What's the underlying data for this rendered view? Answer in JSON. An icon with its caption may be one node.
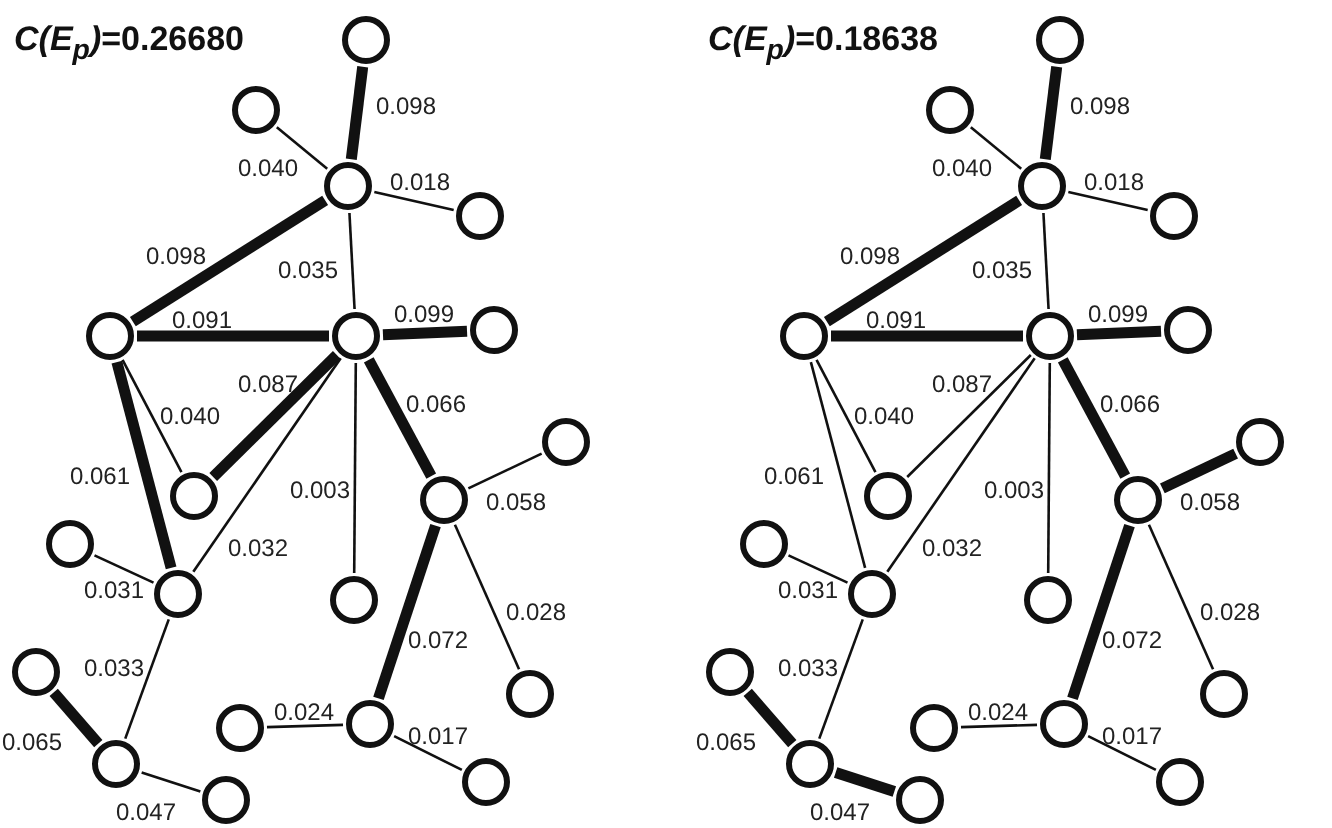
{
  "diagram": {
    "nodes": [
      {
        "text": [],
        "shape": "circle"
      },
      {
        "text": [],
        "shape": "circle"
      },
      {
        "text": [],
        "shape": "circle"
      },
      {
        "text": [],
        "shape": "circle"
      },
      {
        "text": [],
        "shape": "circle"
      },
      {
        "text": [],
        "shape": "circle"
      },
      {
        "text": [],
        "shape": "circle"
      },
      {
        "text": [],
        "shape": "circle"
      },
      {
        "text": [],
        "shape": "circle"
      },
      {
        "text": [],
        "shape": "circle"
      },
      {
        "text": [],
        "shape": "circle"
      },
      {
        "text": [],
        "shape": "circle"
      },
      {
        "text": [],
        "shape": "circle"
      },
      {
        "text": [],
        "shape": "circle"
      },
      {
        "text": [],
        "shape": "circle"
      },
      {
        "text": [],
        "shape": "circle"
      },
      {
        "text": [],
        "shape": "circle"
      },
      {
        "text": [],
        "shape": "circle"
      },
      {
        "text": [],
        "shape": "circle"
      },
      {
        "text": [],
        "shape": "circle"
      },
      {
        "text": [],
        "shape": "circle"
      },
      {
        "text": [],
        "shape": "circle"
      },
      {
        "text": [],
        "shape": "circle"
      },
      {
        "text": [],
        "shape": "circle"
      },
      {
        "text": [],
        "shape": "circle"
      },
      {
        "text": [],
        "shape": "circle"
      },
      {
        "text": [],
        "shape": "circle"
      },
      {
        "text": [],
        "shape": "circle"
      },
      {
        "text": [],
        "shape": "circle"
      },
      {
        "text": [],
        "shape": "circle"
      },
      {
        "text": [],
        "shape": "circle"
      },
      {
        "text": [],
        "shape": "circle"
      },
      {
        "text": [],
        "shape": "circle"
      },
      {
        "text": [],
        "shape": "circle"
      },
      {
        "text": [],
        "shape": "circle"
      },
      {
        "text": [],
        "shape": "circle"
      },
      {
        "text": [],
        "shape": "circle"
      },
      {
        "text": [],
        "shape": "circle"
      },
      {
        "text": [],
        "shape": "circle"
      },
      {
        "text": [],
        "shape": "circle"
      }
    ],
    "edges": [
      {
        "from": 2,
        "to": 0,
        "arrow": "none",
        "label": "0.098",
        "style": "thick"
      },
      {
        "from": 2,
        "to": 1,
        "arrow": "none",
        "label": "0.040"
      },
      {
        "from": 2,
        "to": 3,
        "arrow": "none",
        "label": "0.018"
      },
      {
        "from": 2,
        "to": 4,
        "arrow": "none",
        "label": "0.098",
        "style": "thick"
      },
      {
        "from": 2,
        "to": 5,
        "arrow": "none",
        "label": "0.035"
      },
      {
        "from": 4,
        "to": 5,
        "arrow": "none",
        "label": "0.091",
        "style": "thick"
      },
      {
        "from": 5,
        "to": 6,
        "arrow": "none",
        "label": "0.099",
        "style": "thick"
      },
      {
        "from": 5,
        "to": 7,
        "arrow": "none",
        "label": "0.087",
        "style": "thick"
      },
      {
        "from": 4,
        "to": 7,
        "arrow": "none",
        "label": "0.040"
      },
      {
        "from": 4,
        "to": 11,
        "arrow": "none",
        "label": "0.061",
        "style": "thick"
      },
      {
        "from": 5,
        "to": 11,
        "arrow": "none",
        "label": "0.032"
      },
      {
        "from": 5,
        "to": 12,
        "arrow": "none",
        "label": "0.003"
      },
      {
        "from": 5,
        "to": 8,
        "arrow": "none",
        "label": "0.066",
        "style": "thick"
      },
      {
        "from": 8,
        "to": 9,
        "arrow": "none",
        "label": "0.058"
      },
      {
        "from": 8,
        "to": 13,
        "arrow": "none",
        "label": "0.028"
      },
      {
        "from": 8,
        "to": 16,
        "arrow": "none",
        "label": "0.072",
        "style": "thick"
      },
      {
        "from": 11,
        "to": 10,
        "arrow": "none",
        "label": "0.031"
      },
      {
        "from": 11,
        "to": 17,
        "arrow": "none",
        "label": "0.033"
      },
      {
        "from": 14,
        "to": 17,
        "arrow": "none",
        "label": "0.065",
        "style": "thick"
      },
      {
        "from": 17,
        "to": 18,
        "arrow": "none",
        "label": "0.047"
      },
      {
        "from": 16,
        "to": 15,
        "arrow": "none",
        "label": "0.024"
      },
      {
        "from": 16,
        "to": 19,
        "arrow": "none",
        "label": "0.017"
      },
      {
        "from": 22,
        "to": 20,
        "arrow": "none",
        "label": "0.098",
        "style": "thick"
      },
      {
        "from": 22,
        "to": 21,
        "arrow": "none",
        "label": "0.040"
      },
      {
        "from": 22,
        "to": 23,
        "arrow": "none",
        "label": "0.018"
      },
      {
        "from": 22,
        "to": 24,
        "arrow": "none",
        "label": "0.098",
        "style": "thick"
      },
      {
        "from": 22,
        "to": 25,
        "arrow": "none",
        "label": "0.035"
      },
      {
        "from": 24,
        "to": 25,
        "arrow": "none",
        "label": "0.091",
        "style": "thick"
      },
      {
        "from": 25,
        "to": 26,
        "arrow": "none",
        "label": "0.099",
        "style": "thick"
      },
      {
        "from": 25,
        "to": 27,
        "arrow": "none",
        "label": "0.087"
      },
      {
        "from": 24,
        "to": 27,
        "arrow": "none",
        "label": "0.040"
      },
      {
        "from": 24,
        "to": 31,
        "arrow": "none",
        "label": "0.061"
      },
      {
        "from": 25,
        "to": 31,
        "arrow": "none",
        "label": "0.032"
      },
      {
        "from": 25,
        "to": 32,
        "arrow": "none",
        "label": "0.003"
      },
      {
        "from": 25,
        "to": 28,
        "arrow": "none",
        "label": "0.066",
        "style": "thick"
      },
      {
        "from": 28,
        "to": 29,
        "arrow": "none",
        "label": "0.058",
        "style": "thick"
      },
      {
        "from": 28,
        "to": 33,
        "arrow": "none",
        "label": "0.028"
      },
      {
        "from": 28,
        "to": 36,
        "arrow": "none",
        "label": "0.072",
        "style": "thick"
      },
      {
        "from": 31,
        "to": 30,
        "arrow": "none",
        "label": "0.031"
      },
      {
        "from": 31,
        "to": 37,
        "arrow": "none",
        "label": "0.033"
      },
      {
        "from": 34,
        "to": 37,
        "arrow": "none",
        "label": "0.065",
        "style": "thick"
      },
      {
        "from": 37,
        "to": 38,
        "arrow": "none",
        "label": "0.047",
        "style": "thick"
      },
      {
        "from": 36,
        "to": 35,
        "arrow": "none",
        "label": "0.024"
      },
      {
        "from": 36,
        "to": 39,
        "arrow": "none",
        "label": "0.017"
      }
    ],
    "labels": [
      "*C(E$_{p}$)*=0.26680",
      "*C(E$_{p}$)*=0.18638"
    ]
  }
}
